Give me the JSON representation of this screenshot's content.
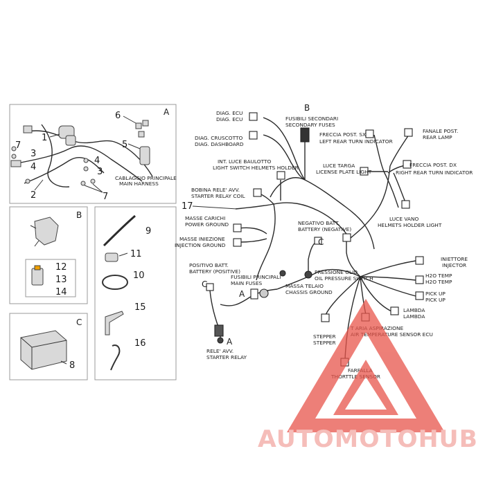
{
  "panels": {
    "A": {
      "letter": "A",
      "callouts": [
        "1",
        "2",
        "3",
        "3",
        "4",
        "4",
        "5",
        "6",
        "7",
        "7"
      ],
      "caption_it": "CABLAGGIO PRINCIPALE",
      "caption_en": "MAIN HARNESS"
    },
    "B": {
      "letter": "B",
      "callouts": [
        "12",
        "13",
        "14"
      ]
    },
    "C": {
      "letter": "C",
      "callouts": [
        "8"
      ]
    },
    "parts": {
      "callouts": [
        "9",
        "11",
        "10",
        "15",
        "16"
      ]
    }
  },
  "diagram": {
    "ref_17": "17",
    "letter_b": "B",
    "letter_c1": "C",
    "letter_c2": "C",
    "letter_a1": "A",
    "letter_a2": "A",
    "labels": {
      "diag_ecu": [
        "DIAG. ECU",
        "DIAG. ECU"
      ],
      "diag_dash": [
        "DIAG. CRUSCOTTO",
        "DIAG. DASHBOARD"
      ],
      "fusibili_sec": [
        "FUSIBILI SECONDARI",
        "SECONDARY FUSES"
      ],
      "freccia_sx": [
        "FRECCIA POST. SX",
        "LEFT REAR TURN INDICATOR"
      ],
      "fanale": [
        "FANALE POST.",
        "REAR LAMP"
      ],
      "int_luce": [
        "INT. LUCE BAULOTTO",
        "LIGHT SWITCH HELMETS HOLDER"
      ],
      "luce_targa": [
        "LUCE TARGA",
        "LICENSE PLATE LIGHT"
      ],
      "freccia_dx": [
        "FRECCIA POST. DX",
        "RIGHT REAR TURN INDICATOR"
      ],
      "bobina": [
        "BOBINA RELE' AVV.",
        "STARTER RELAY COIL"
      ],
      "luce_vano": [
        "LUCE VANO",
        "HELMETS HOLDER LIGHT"
      ],
      "masse_carichi": [
        "MASSE CARICHI",
        "POWER GROUND"
      ],
      "negativo": [
        "NEGATIVO BATT.",
        "BATTERY (NEGATIVE)"
      ],
      "masse_iniezione": [
        "MASSE INIEZIONE",
        "INJECTION GROUND"
      ],
      "positivo": [
        "POSITIVO BATT.",
        "BATTERY (POSITIVE)"
      ],
      "fusibili_princ": [
        "FUSIBILI PRINCIPALI",
        "MAIN FUSES"
      ],
      "pressione": [
        "PRESSIONE OLIO",
        "OIL PRESSURE SWITCH"
      ],
      "iniettore": [
        "INIETTORE",
        "INJECTOR"
      ],
      "h2o": [
        "H2O TEMP",
        "H2O TEMP"
      ],
      "pickup": [
        "PICK UP",
        "PICK UP"
      ],
      "massa_telaio": [
        "MASSA TELAIO",
        "CHASSIS GROUND"
      ],
      "lambda": [
        "LAMBDA",
        "LAMBDA"
      ],
      "t_aria": [
        "T ARIA ASPIRAZIONE",
        "AIR TEMPERATURE SENSOR ECU"
      ],
      "stepper": [
        "STEPPER",
        "STEPPER"
      ],
      "rele": [
        "RELE' AVV.",
        "STARTER RELAY"
      ],
      "farfalla": [
        "FARFALLA",
        "THORTTLE SENSOR"
      ]
    }
  },
  "watermark": {
    "text": "AUTOMOTOHUB",
    "color_main": "#f2a7a2",
    "color_accent": "#f0b06a"
  },
  "colors": {
    "line": "#2b2b2b",
    "panel_border": "#999999",
    "watermark_red": "#e8554b"
  }
}
